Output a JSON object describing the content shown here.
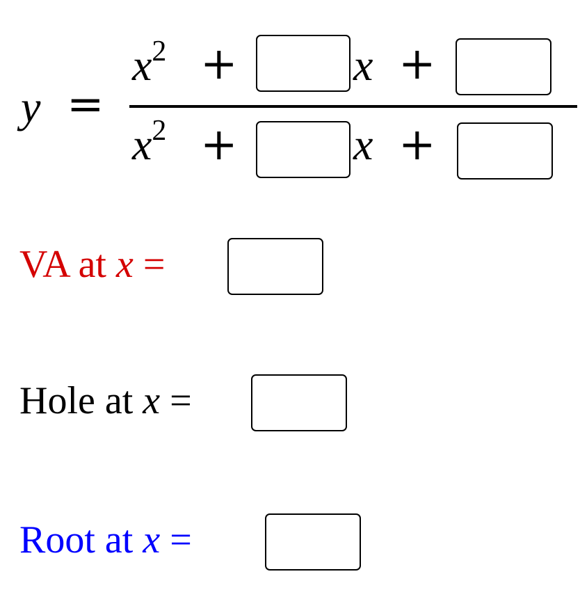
{
  "equation": {
    "lhs": "y",
    "equals": "=",
    "numerator": {
      "x2": "x",
      "exp": "2",
      "plus1": "+",
      "x": "x",
      "plus2": "+",
      "coef_b_value": "",
      "coef_c_value": ""
    },
    "denominator": {
      "x2": "x",
      "exp": "2",
      "plus1": "+",
      "x": "x",
      "plus2": "+",
      "coef_b_value": "",
      "coef_c_value": ""
    }
  },
  "questions": [
    {
      "label": "VA at",
      "var": "x",
      "equals": "=",
      "value": "",
      "color": "#d40000"
    },
    {
      "label": "Hole at",
      "var": "x",
      "equals": "=",
      "value": "",
      "color": "#000000"
    },
    {
      "label": "Root at",
      "var": "x",
      "equals": "=",
      "value": "",
      "color": "#0000ff"
    }
  ]
}
